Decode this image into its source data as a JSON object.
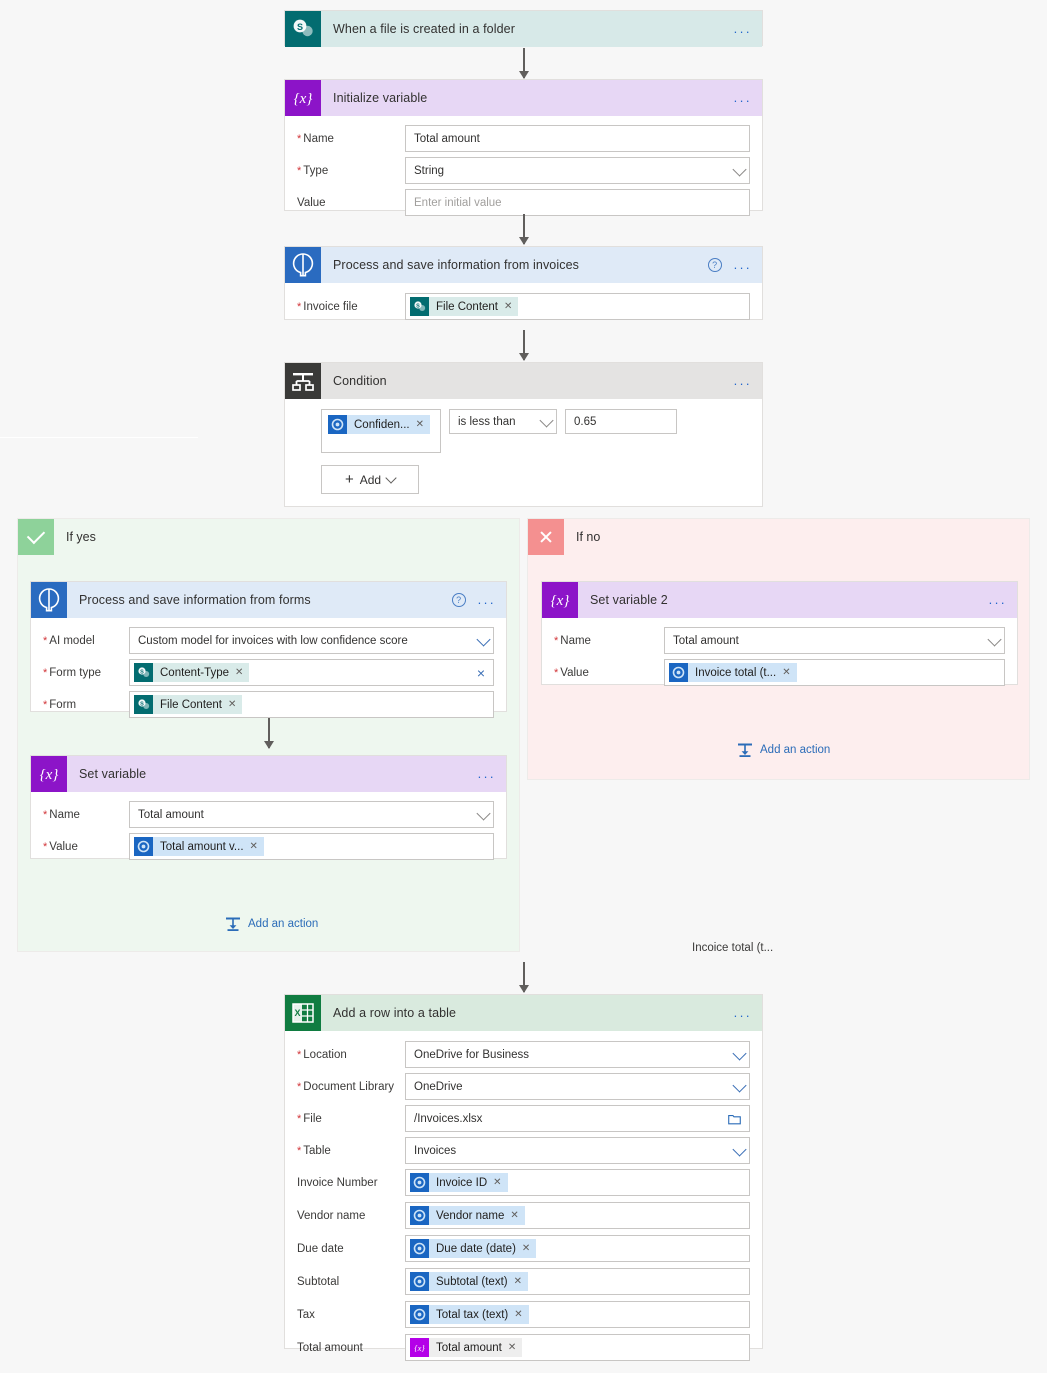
{
  "flow": {
    "trigger": {
      "title": "When a file is created in a folder",
      "icon": "sharepoint-icon",
      "menu": "..."
    },
    "init_variable": {
      "title": "Initialize variable",
      "icon": "variable-icon",
      "menu": "...",
      "fields": [
        {
          "label": "Name",
          "required": true,
          "value": "Total amount",
          "kind": "text"
        },
        {
          "label": "Type",
          "required": true,
          "value": "String",
          "kind": "select"
        },
        {
          "label": "Value",
          "required": false,
          "value": "",
          "placeholder": "Enter initial value",
          "kind": "text"
        }
      ]
    },
    "process_invoices": {
      "title": "Process and save information from invoices",
      "icon": "ai-builder-icon",
      "help": "?",
      "menu": "...",
      "fields": [
        {
          "label": "Invoice file",
          "required": true,
          "token": "File Content",
          "token_icon": "sharepoint-token-icon",
          "kind": "token"
        }
      ]
    },
    "condition": {
      "title": "Condition",
      "icon": "condition-icon",
      "menu": "...",
      "left_token": "Confiden...",
      "left_token_icon": "ai-token-icon",
      "operator": "is less than",
      "right_value": "0.65",
      "add_label": "Add"
    },
    "if_yes": {
      "label": "If yes",
      "icon": "check-icon",
      "process_forms": {
        "title": "Process and save information from  forms",
        "icon": "ai-builder-icon",
        "help": "?",
        "menu": "...",
        "fields": [
          {
            "label": "AI model",
            "required": true,
            "value": "Custom model for invoices with low confidence score",
            "kind": "select"
          },
          {
            "label": "Form type",
            "required": true,
            "token": "Content-Type",
            "token_icon": "sharepoint-token-icon",
            "kind": "token",
            "clear": "×"
          },
          {
            "label": "Form",
            "required": true,
            "token": "File Content",
            "token_icon": "sharepoint-token-icon",
            "kind": "token"
          }
        ]
      },
      "set_variable": {
        "title": "Set variable",
        "icon": "variable-icon",
        "menu": "...",
        "fields": [
          {
            "label": "Name",
            "required": true,
            "value": "Total amount",
            "kind": "select"
          },
          {
            "label": "Value",
            "required": true,
            "token": "Total amount v...",
            "token_icon": "ai-token-icon",
            "kind": "token"
          }
        ]
      },
      "add_action": "Add an action"
    },
    "if_no": {
      "label": "If no",
      "icon": "close-icon",
      "set_variable_2": {
        "title": "Set variable 2",
        "icon": "variable-icon",
        "menu": "...",
        "fields": [
          {
            "label": "Name",
            "required": true,
            "value": "Total amount",
            "kind": "select"
          },
          {
            "label": "Value",
            "required": true,
            "token": "Invoice total (t...",
            "token_icon": "ai-token-icon",
            "kind": "token"
          }
        ]
      },
      "add_action": "Add an action"
    },
    "floating_label": "Incoice total (t...",
    "add_row": {
      "title": "Add a row into a table",
      "icon": "excel-icon",
      "menu": "...",
      "fields": [
        {
          "label": "Location",
          "required": true,
          "value": "OneDrive for Business",
          "kind": "select"
        },
        {
          "label": "Document Library",
          "required": true,
          "value": "OneDrive",
          "kind": "select"
        },
        {
          "label": "File",
          "required": true,
          "value": "/Invoices.xlsx",
          "kind": "file"
        },
        {
          "label": "Table",
          "required": true,
          "value": "Invoices",
          "kind": "select"
        },
        {
          "label": "Invoice Number",
          "required": false,
          "token": "Invoice ID",
          "token_icon": "ai-token-icon",
          "kind": "token"
        },
        {
          "label": "Vendor name",
          "required": false,
          "token": "Vendor name",
          "token_icon": "ai-token-icon",
          "kind": "token"
        },
        {
          "label": "Due date",
          "required": false,
          "token": "Due date (date)",
          "token_icon": "ai-token-icon",
          "kind": "token"
        },
        {
          "label": "Subtotal",
          "required": false,
          "token": "Subtotal (text)",
          "token_icon": "ai-token-icon",
          "kind": "token"
        },
        {
          "label": "Tax",
          "required": false,
          "token": "Total tax (text)",
          "token_icon": "ai-token-icon",
          "kind": "token"
        },
        {
          "label": "Total amount",
          "required": false,
          "token": "Total amount",
          "token_icon": "variable-token-icon",
          "kind": "token"
        }
      ]
    }
  },
  "colors": {
    "sharepoint": "#036c70",
    "variable": "#8c14c8",
    "ai_builder": "#2a6bc0",
    "condition": "#3a3a38",
    "excel": "#107c41",
    "yes_green": "#8ed29a",
    "no_red": "#f49090",
    "link_blue": "#2b6cb8"
  }
}
